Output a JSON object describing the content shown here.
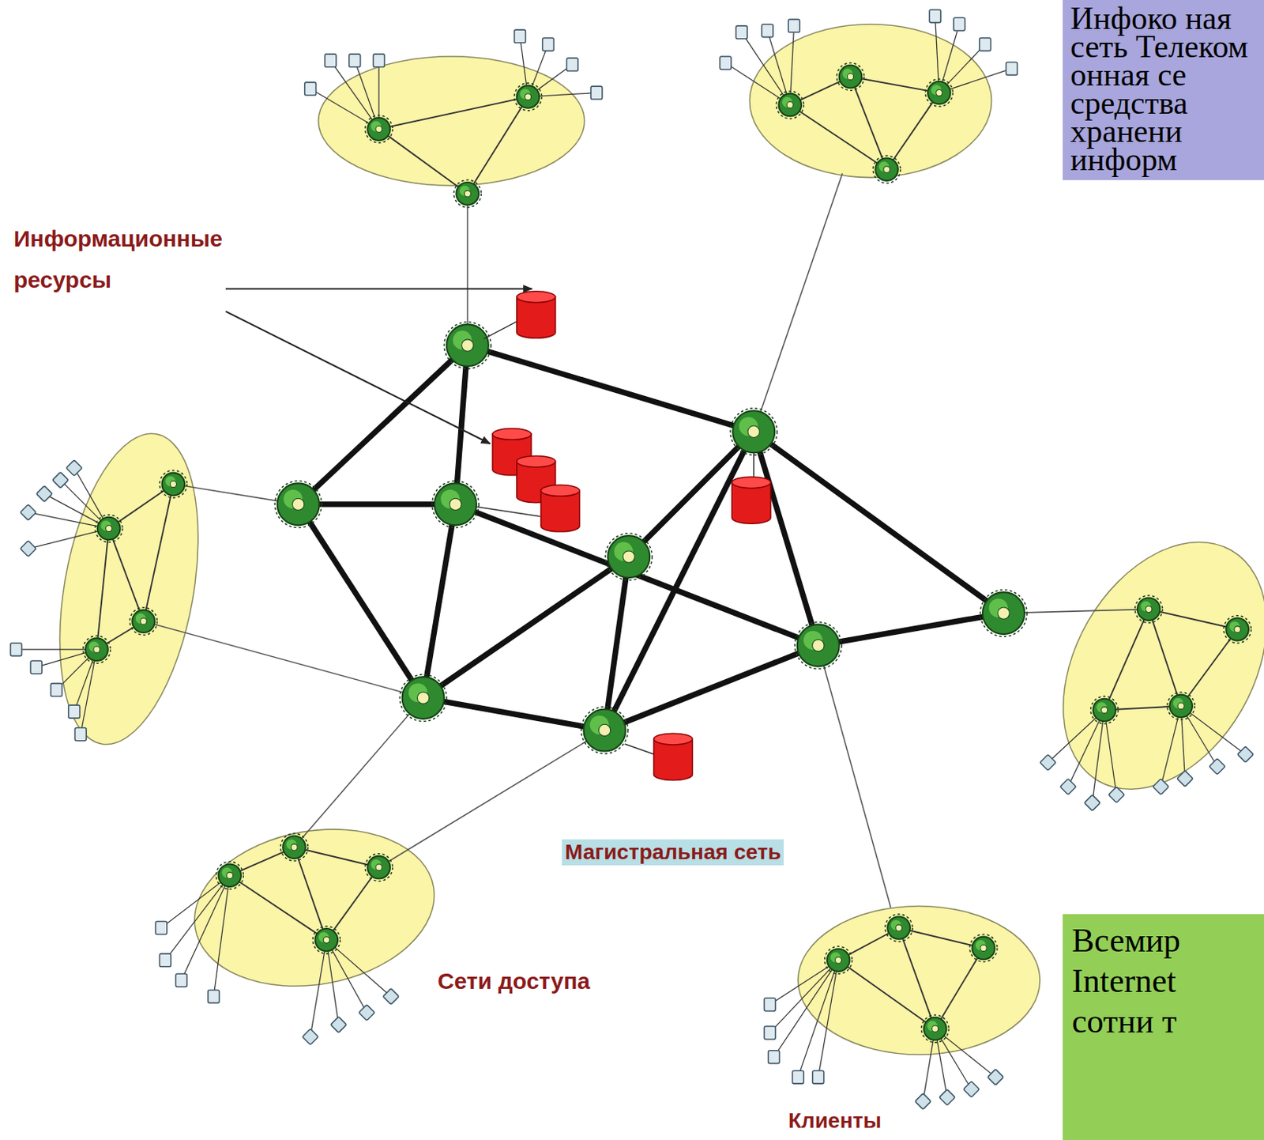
{
  "diagram": {
    "nodes": [
      {
        "text": [
          "Магистральная сеть"
        ]
      },
      {
        "text": [
          "Инфоко ная сеть Телеком онная се средства хранени информ"
        ]
      },
      {
        "text": [
          "Всемир Internet сотни т"
        ]
      }
    ],
    "labels": [
      "Информационные ресурсы",
      "Сети доступа",
      "Клиенты"
    ]
  }
}
